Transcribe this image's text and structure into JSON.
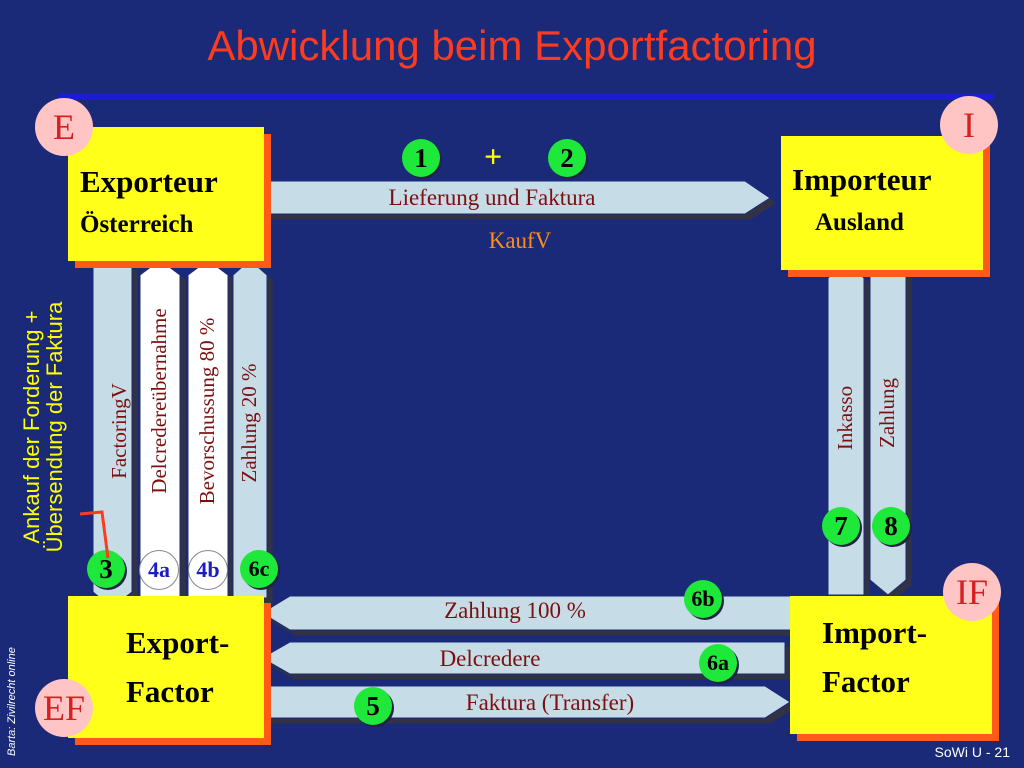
{
  "title": "Abwicklung beim Exportfactoring",
  "boxes": {
    "exporteur": {
      "line1": "Exporteur",
      "line2": "Österreich"
    },
    "importeur": {
      "line1": "Importeur",
      "line2": "Ausland"
    },
    "export_factor": {
      "line1": "Export-",
      "line2": "Factor"
    },
    "import_factor": {
      "line1": "Import-",
      "line2": "Factor"
    }
  },
  "badges": {
    "e": "E",
    "i": "I",
    "ef": "EF",
    "if": "IF"
  },
  "arrows": {
    "lieferung": "Lieferung und Faktura",
    "kaufv": "KaufV",
    "zahlung100": "Zahlung 100 %",
    "delcredere": "Delcredere",
    "faktura_transfer": "Faktura (Transfer)",
    "factoringv": "FactoringV",
    "delcredereuebernahme": "Delcredereübernahme",
    "bevorschussung": "Bevorschussung 80 %",
    "zahlung20": "Zahlung 20 %",
    "inkasso": "Inkasso",
    "zahlung": "Zahlung"
  },
  "steps": {
    "s1": "1",
    "plus": "+",
    "s2": "2",
    "s3": "3",
    "s4a": "4a",
    "s4b": "4b",
    "s6c": "6c",
    "s5": "5",
    "s6a": "6a",
    "s6b": "6b",
    "s7": "7",
    "s8": "8"
  },
  "side_text": {
    "line1": "Ankauf der Forderung +",
    "line2": "Übersendung der Faktura"
  },
  "credit": "Barta: Zivilrecht online",
  "footer": "SoWi U - 21",
  "colors": {
    "background": "#1a2a78",
    "title": "#ff3b1f",
    "box": "#ffff1a",
    "box_shadow": "#ff5a1a",
    "arrow": "#c6dce6",
    "step_green": "#1ee83a",
    "label": "#7a1010"
  }
}
